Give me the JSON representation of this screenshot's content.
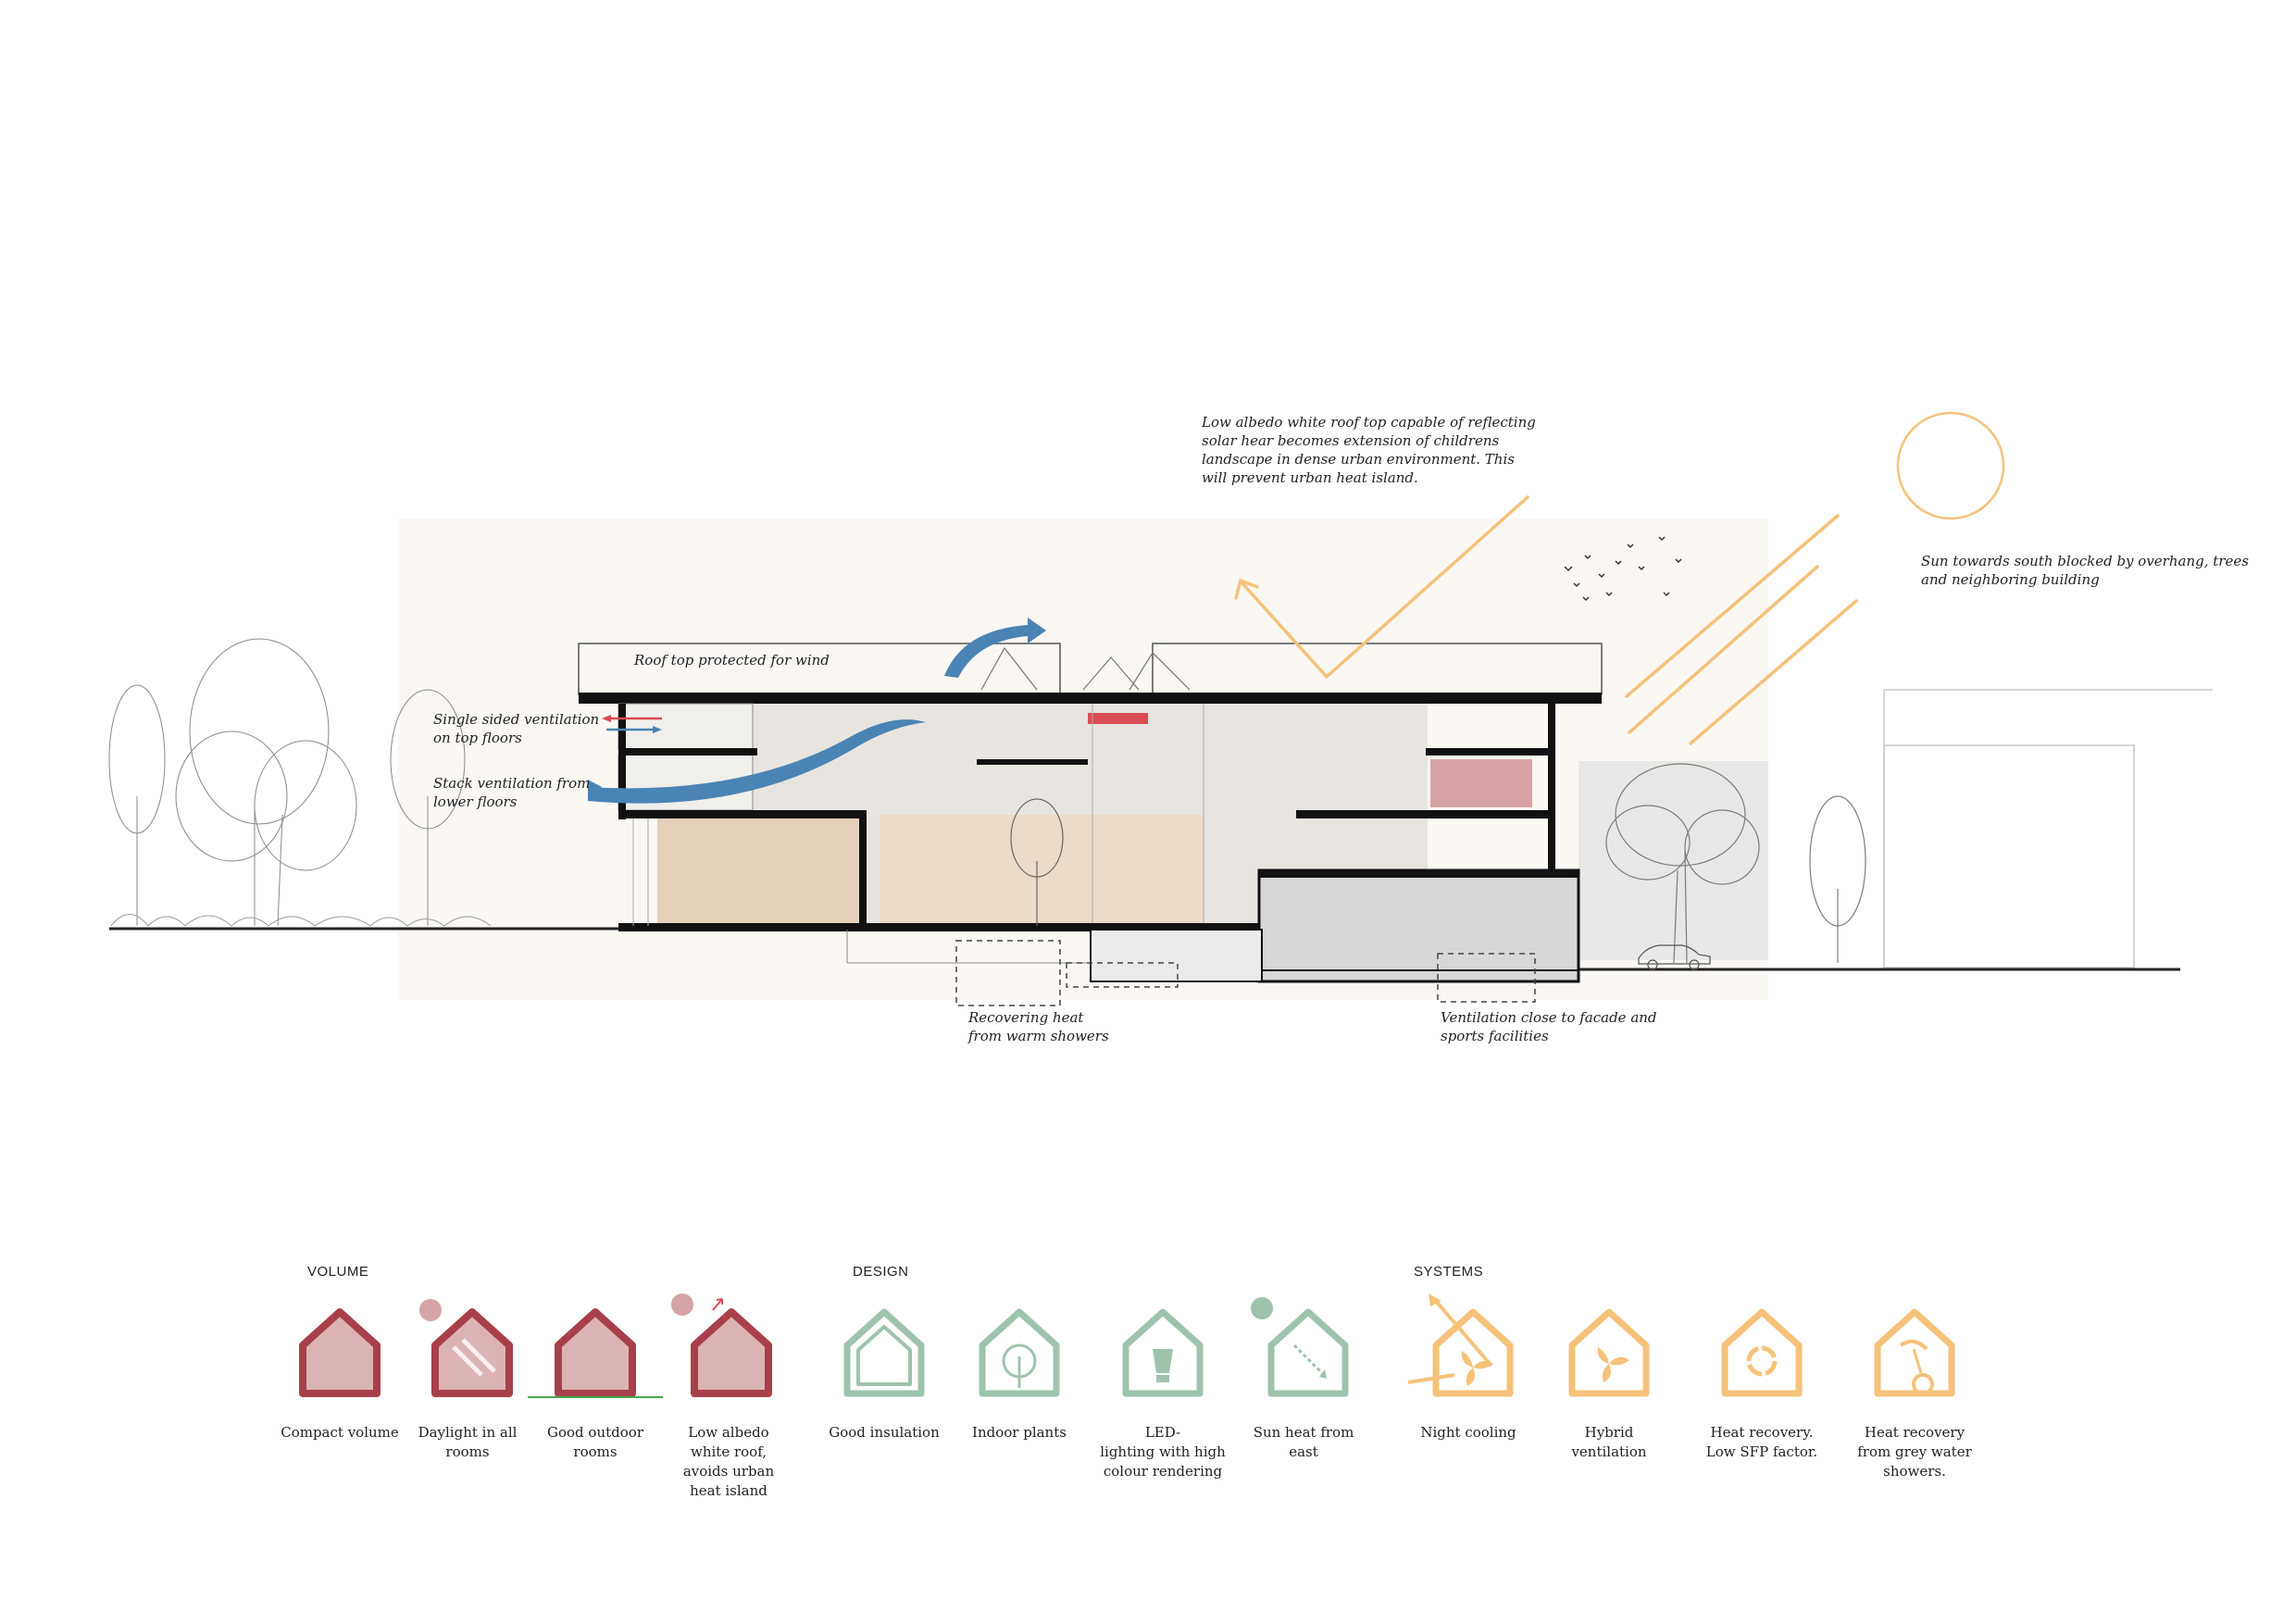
{
  "annotations": {
    "roof_albedo": "Low albedo white roof top capable of reflecting\nsolar hear becomes extension of childrens\nlandscape in dense urban environment. This\nwill prevent urban heat island.",
    "sun": "Sun towards south blocked by overhang, trees\nand neighboring building",
    "roof_wind": "Roof top protected for wind",
    "single_sided": "Single sided ventilation\non top floors",
    "stack": "Stack ventilation from\nlower floors",
    "heat_showers": "Recovering heat\nfrom warm showers",
    "vent_facade": "Ventilation close to facade and\nsports facilities"
  },
  "legend": {
    "volume_title": "VOLUME",
    "design_title": "DESIGN",
    "systems_title": "SYSTEMS",
    "items": [
      {
        "label": "Compact volume",
        "icon": "compact-volume-icon",
        "group": "volume"
      },
      {
        "label": "Daylight in all\nrooms",
        "icon": "daylight-icon",
        "group": "volume"
      },
      {
        "label": "Good outdoor\nrooms",
        "icon": "outdoor-rooms-icon",
        "group": "volume"
      },
      {
        "label": "Low albedo\nwhite roof,\navoids urban\nheat island",
        "icon": "white-roof-icon",
        "group": "volume"
      },
      {
        "label": "Good insulation",
        "icon": "insulation-icon",
        "group": "design"
      },
      {
        "label": "Indoor plants",
        "icon": "indoor-plants-icon",
        "group": "design"
      },
      {
        "label": "LED-\nlighting with high\ncolour rendering",
        "icon": "led-lighting-icon",
        "group": "design"
      },
      {
        "label": "Sun heat from\neast",
        "icon": "sun-heat-icon",
        "group": "design"
      },
      {
        "label": "Night cooling",
        "icon": "night-cooling-icon",
        "group": "systems"
      },
      {
        "label": "Hybrid\nventilation",
        "icon": "hybrid-ventilation-icon",
        "group": "systems"
      },
      {
        "label": "Heat recovery.\nLow SFP factor.",
        "icon": "heat-recovery-icon",
        "group": "systems"
      },
      {
        "label": "Heat recovery\nfrom grey water\nshowers.",
        "icon": "grey-water-icon",
        "group": "systems"
      }
    ]
  },
  "colors": {
    "volume": "#a8404b",
    "volume_fill": "#dcb3b4",
    "design": "#9ec3ad",
    "systems": "#f6c27a",
    "sun": "#f5c27a",
    "airflow": "#4a84b4",
    "accent_red": "#d94c55"
  }
}
